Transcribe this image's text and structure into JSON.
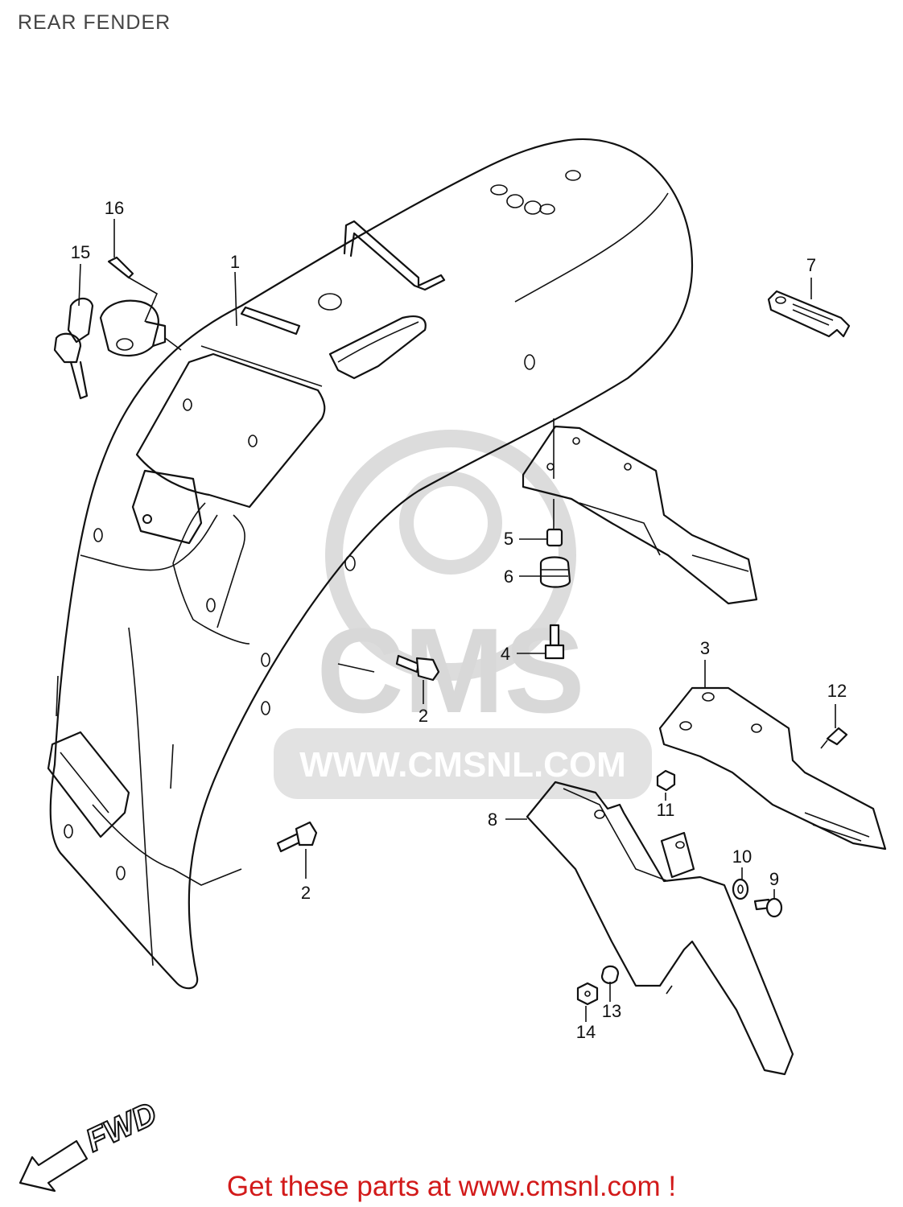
{
  "title": "REAR FENDER",
  "footer": "Get these parts at www.cmsnl.com !",
  "fwd_label": "FWD",
  "watermark": {
    "logo": "CMS",
    "url": "WWW.CMSNL.COM",
    "color": "#d6d6d6"
  },
  "callouts": [
    {
      "id": "1",
      "label": "1"
    },
    {
      "id": "2a",
      "label": "2"
    },
    {
      "id": "2b",
      "label": "2"
    },
    {
      "id": "3",
      "label": "3"
    },
    {
      "id": "4",
      "label": "4"
    },
    {
      "id": "5",
      "label": "5"
    },
    {
      "id": "6",
      "label": "6"
    },
    {
      "id": "7",
      "label": "7"
    },
    {
      "id": "8",
      "label": "8"
    },
    {
      "id": "9",
      "label": "9"
    },
    {
      "id": "10",
      "label": "10"
    },
    {
      "id": "11",
      "label": "11"
    },
    {
      "id": "12",
      "label": "12"
    },
    {
      "id": "13",
      "label": "13"
    },
    {
      "id": "14",
      "label": "14"
    },
    {
      "id": "15",
      "label": "15"
    },
    {
      "id": "16",
      "label": "16"
    }
  ]
}
